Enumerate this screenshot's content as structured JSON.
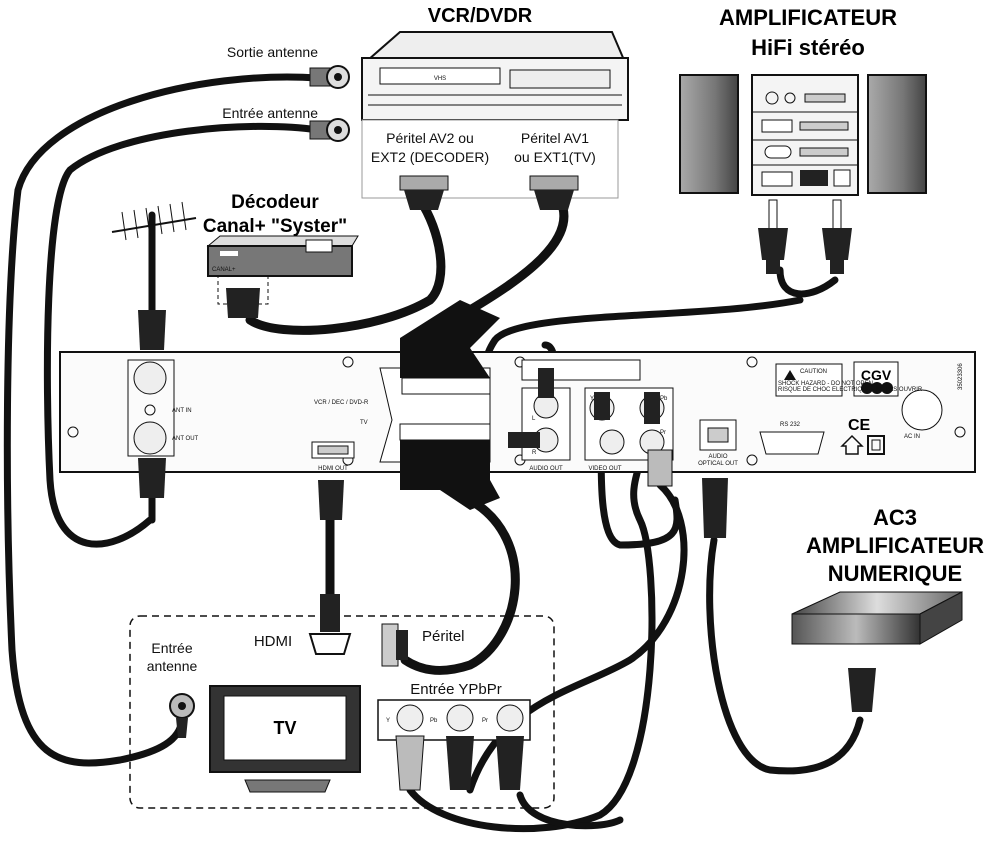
{
  "labels": {
    "vcr_title": "VCR/DVDR",
    "amp_title_1": "AMPLIFICATEUR",
    "amp_title_2": "HiFi stéréo",
    "sortie_antenne": "Sortie antenne",
    "entree_antenne": "Entrée antenne",
    "peritel_av2_1": "Péritel AV2 ou",
    "peritel_av2_2": "EXT2 (DECODER)",
    "peritel_av1_1": "Péritel AV1",
    "peritel_av1_2": "ou EXT1(TV)",
    "decodeur_1": "Décodeur",
    "decodeur_2": "Canal+ \"Syster\"",
    "canal_plus": "CANAL+",
    "vhs": "VHS",
    "ac3_1": "AC3",
    "ac3_2": "AMPLIFICATEUR",
    "ac3_3": "NUMERIQUE",
    "tv_entree_1": "Entrée",
    "tv_entree_2": "antenne",
    "hdmi": "HDMI",
    "peritel": "Péritel",
    "entree_ypbpr": "Entrée YPbPr",
    "tv": "TV"
  },
  "panel": {
    "ant_in": "ANT IN",
    "ant_out": "ANT OUT",
    "vcr_dec": "VCR / DEC / DVD-R",
    "tv_label": "TV",
    "hdmi_out": "HDMI OUT",
    "audio_out": "AUDIO OUT",
    "video_out": "VIDEO OUT",
    "audio_optical_1": "AUDIO",
    "audio_optical_2": "OPTICAL OUT",
    "rs232": "RS 232",
    "ac_in": "AC IN",
    "brand": "CGV",
    "serial": "35023306",
    "caution": "CAUTION",
    "warning_1": "SHOCK HAZARD - DO NOT OPEN",
    "warning_2": "RISQUE DE CHOC ELECTRIQUE - NE PAS OUVRIR",
    "ce": "CE",
    "l": "L",
    "r": "R",
    "y": "Y",
    "pb": "Pb",
    "pr": "Pr"
  },
  "tv_inputs": {
    "y": "Y",
    "pb": "Pb",
    "pr": "Pr"
  }
}
